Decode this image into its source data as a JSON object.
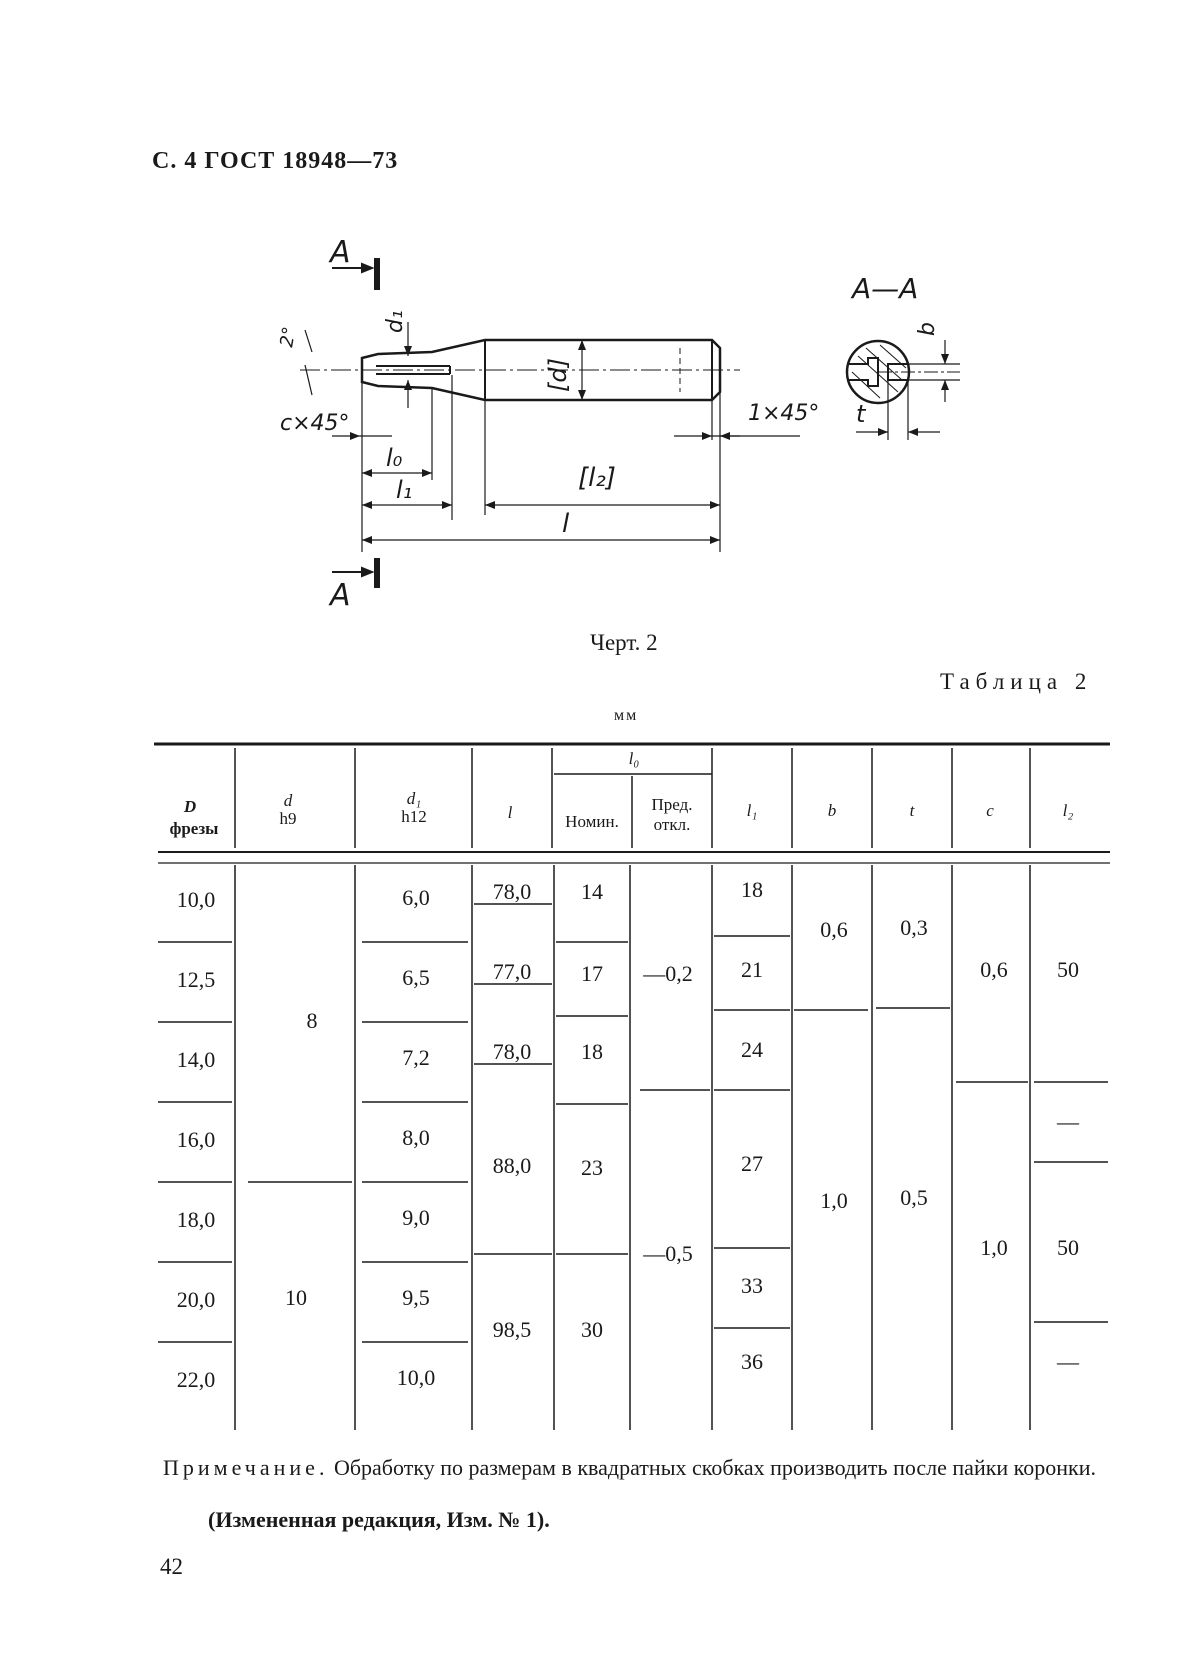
{
  "header": "С. 4 ГОСТ 18948—73",
  "drawing": {
    "section_mark": "А",
    "section_title": "А—А",
    "labels": {
      "angle": "2°",
      "d1": "d₁",
      "d": "[d]",
      "chamfer_c": "c×45°",
      "chamfer_1": "1×45°",
      "l0": "l₀",
      "l1": "l₁",
      "l2": "[l₂]",
      "l": "l",
      "b": "b",
      "t": "t"
    }
  },
  "figure_caption": "Черт. 2",
  "table_caption": "Таблица 2",
  "units": "мм",
  "table": {
    "headers": {
      "D": "D",
      "D_sub": "фрезы",
      "d": "d",
      "d_sub": "h9",
      "d1": "d₁",
      "d1_sub": "h12",
      "l": "l",
      "l0": "l₀",
      "l0_nom": "Номин.",
      "l0_dev_1": "Пред.",
      "l0_dev_2": "откл.",
      "l1": "l₁",
      "b": "b",
      "t": "t",
      "c": "c",
      "l2": "l₂"
    },
    "D_values": [
      "10,0",
      "12,5",
      "14,0",
      "16,0",
      "18,0",
      "20,0",
      "22,0"
    ],
    "d_values": [
      "8",
      "10"
    ],
    "d1_values": [
      "6,0",
      "6,5",
      "7,2",
      "8,0",
      "9,0",
      "9,5",
      "10,0"
    ],
    "l_values": [
      "78,0",
      "77,0",
      "78,0",
      "88,0",
      "98,5"
    ],
    "l0_nom_values": [
      "14",
      "17",
      "18",
      "23",
      "30"
    ],
    "l0_dev_values": [
      "—0,2",
      "—0,5"
    ],
    "l1_values": [
      "18",
      "21",
      "24",
      "27",
      "33",
      "36"
    ],
    "b_values": [
      "0,6",
      "1,0"
    ],
    "t_values": [
      "0,3",
      "0,5"
    ],
    "c_values": [
      "0,6",
      "1,0"
    ],
    "l2_values": [
      "50",
      "—",
      "50",
      "—"
    ]
  },
  "note": {
    "label": "Примечание.",
    "text": "Обработку по размерам в квадратных скобках производить после пайки коронки.",
    "amendment": "(Измененная редакция, Изм. № 1)."
  },
  "page_number": "42"
}
